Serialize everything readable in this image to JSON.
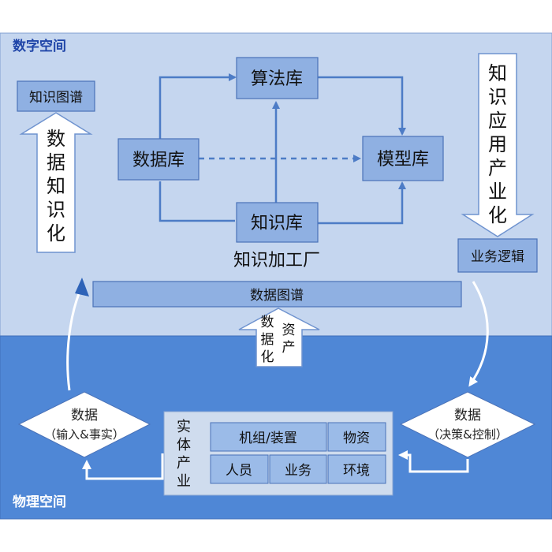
{
  "zones": {
    "digital": {
      "label": "数字空间"
    },
    "physical": {
      "label": "物理空间"
    }
  },
  "left_column": {
    "box": "知识图谱",
    "arrow_text": [
      "数",
      "据",
      "知",
      "识",
      "化"
    ]
  },
  "right_column": {
    "arrow_text": [
      "知",
      "识",
      "应",
      "用",
      "产",
      "业",
      "化"
    ],
    "box": "业务逻辑"
  },
  "factory": {
    "title": "知识加工厂",
    "database": "数据库",
    "algorithm_lib": "算法库",
    "knowledge_lib": "知识库",
    "model_lib": "模型库"
  },
  "data_graph": {
    "label": "数据图谱",
    "arrow_left_text": [
      "数",
      "据",
      "化"
    ],
    "arrow_right_text": [
      "资",
      "产"
    ]
  },
  "decisions": {
    "left": {
      "line1": "数据",
      "line2": "（输入&事实）"
    },
    "right": {
      "line1": "数据",
      "line2": "（决策&控制）"
    }
  },
  "entity": {
    "label": [
      "实",
      "体",
      "产",
      "业"
    ],
    "cells": {
      "units": "机组/装置",
      "materials": "物资",
      "people": "人员",
      "business": "业务",
      "environment": "环境"
    }
  },
  "colors": {
    "digital_bg": "#c5d6ef",
    "physical_bg": "#4f87d6",
    "box_fill": "#8fb0e2",
    "box_border": "#4a72b8",
    "arrow": "#4d7cc6",
    "title_blue": "#1f45a8",
    "panel": "#cfdcee",
    "cell": "#9bbbe8"
  }
}
